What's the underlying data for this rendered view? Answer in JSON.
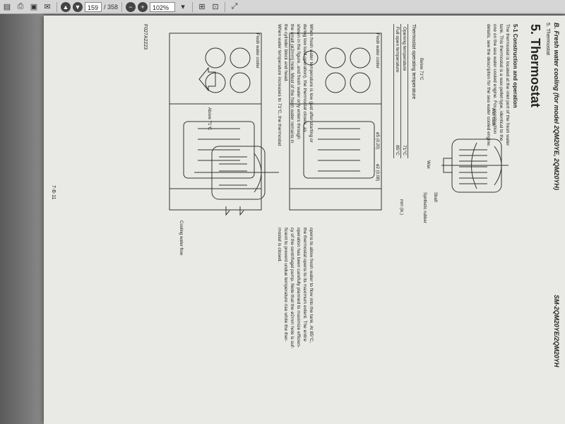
{
  "toolbar": {
    "page_current": "159",
    "page_total": "/ 358",
    "zoom": "102%"
  },
  "page": {
    "header_left_1": "B. Fresh water cooling (for model 2QM20YE, 2QM20YH)",
    "header_left_2": "5. Thermostat",
    "header_right": "SM-2QM20YE/2QM20YH",
    "title": "5. Thermostat",
    "section": "5-1 Construction and operation",
    "intro": [
      "The thermostat is located at the inlet port of the fresh water",
      "tank. This thermostat is a wax-pellet type, identical to the",
      "one on the sea water cooled engine. For construction",
      "details, see the description for the sea water cooled engine."
    ],
    "labels": {
      "wax_case": "Wax case",
      "shaft": "Shaft",
      "wax": "Wax",
      "synthetic_rubber": "Synthetic rubber",
      "below": "Below 71°C",
      "above": "Above 71°C",
      "cooling_water_flow": "Cooling water flow",
      "fw_cooler_1": "Fresh water cooler",
      "fw_cooler_2": "Fresh water cooler",
      "hole_1": "ø5 (0.20)",
      "hole_2": "ø2 (0.08)",
      "mm_in": "mm (in.)"
    },
    "table": {
      "title": "Thermostat operating temperature",
      "rows": [
        {
          "label": "Opening temperature",
          "value": "71°C"
        },
        {
          "label": "Full open temperature",
          "value": "85°C"
        }
      ]
    },
    "para_left": [
      "When fresh water temperature is low (just after starting or",
      "during low load operation), the thermostat closes, as",
      "shown in the figure, and fresh water only enters through",
      "the small (ø2mm) hole. Most of the fresh water remains in",
      "the cylinder block and head.",
      "When water temperature increases to 71°C, the thermostat"
    ],
    "para_right": [
      "opens to allow fresh water to flow into the tank. At 85°C,",
      "the thermostat opens to its maximum extent. The entire",
      "operation has been carefully planned to maximize efficien-",
      "cy of the centrifugal pump. Note that the ø2mm hole is suf-",
      "ficient to prevent undue temperature rise while the ther-",
      "mostat is closed."
    ],
    "code": "F027A2223",
    "page_number": "7-B-11"
  }
}
